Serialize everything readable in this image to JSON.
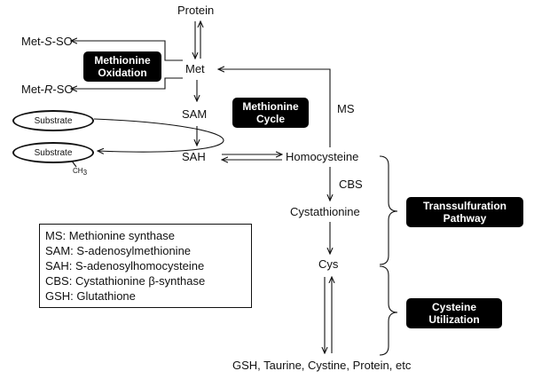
{
  "nodes": {
    "protein": "Protein",
    "met": "Met",
    "sam": "SAM",
    "sah": "SAH",
    "homocysteine": "Homocysteine",
    "cystathionine": "Cystathionine",
    "cys": "Cys",
    "products": "GSH, Taurine, Cystine, Protein, etc",
    "met_s_so": {
      "pre": "Met-",
      "italic": "S",
      "post": "-SO"
    },
    "met_r_so": {
      "pre": "Met-",
      "italic": "R",
      "post": "-SO"
    }
  },
  "enzymes": {
    "ms": "MS",
    "cbs": "CBS"
  },
  "substrates": {
    "top": "Substrate",
    "bottom": "Substrate",
    "methyl": "CH",
    "methyl_sub": "3"
  },
  "boxes": {
    "oxidation": [
      "Methionine",
      "Oxidation"
    ],
    "cycle": [
      "Methionine",
      "Cycle"
    ],
    "transsulfuration": [
      "Transsulfuration",
      "Pathway"
    ],
    "utilization": [
      "Cysteine",
      "Utilization"
    ]
  },
  "legend": [
    "MS: Methionine synthase",
    "SAM: S-adenosylmethionine",
    "SAH: S-adenosylhomocysteine",
    "CBS: Cystathionine β-synthase",
    "GSH: Glutathione"
  ]
}
